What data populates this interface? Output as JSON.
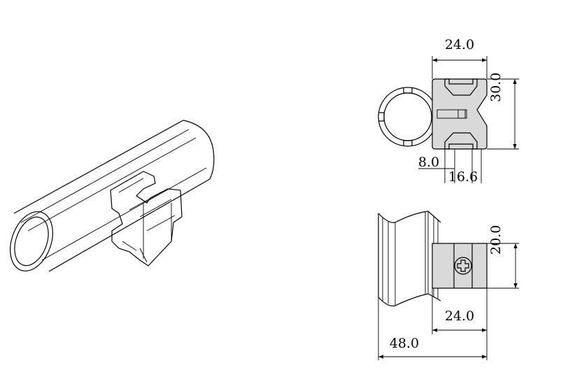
{
  "drawing": {
    "fill_color": "#d9d9d9",
    "top_view": {
      "width_label": "24.0",
      "height_label": "30.0",
      "slot_offset_label": "8.0",
      "slot_width_label": "16.6"
    },
    "side_view": {
      "height_label": "20.0",
      "block_width_label": "24.0",
      "overall_width_label": "48.0"
    }
  }
}
